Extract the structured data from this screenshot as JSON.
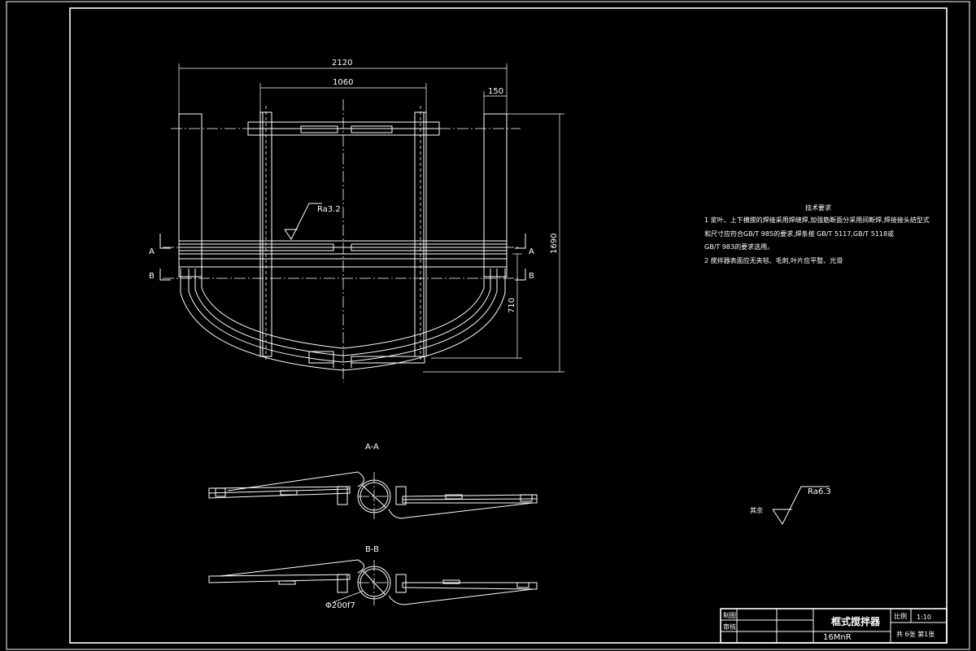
{
  "drawing": {
    "dimensions": {
      "overall_width": "2120",
      "inner_width": "1060",
      "blade_width": "150",
      "overall_height": "1690",
      "lower_height": "710"
    },
    "roughness_main": "Ra3.2",
    "roughness_other": "Ra6.3",
    "roughness_other_label": "其余",
    "section_a_marker": "A",
    "section_b_marker": "B",
    "section_aa_title": "A-A",
    "section_bb_title": "B-B",
    "bore_dim": "Φ200f7"
  },
  "notes": {
    "title": "技术要求",
    "lines": [
      "1 浆叶、上下横搅的焊接采用焊缝焊,加强筋断面分采用间断焊,焊接接头结型式",
      "   和尺寸应符合GB/T 985的要求,焊条按 GB/T 5117,GB/T 5118或",
      "   GB/T 983的要求选用。",
      "2 搅拌器表面应无夹毯、毛刺,叶片应平整、光滑"
    ]
  },
  "title_block": {
    "drawn_label": "制图",
    "check_label": "审核",
    "name": "框式搅拌器",
    "material": "16MnR",
    "scale_label": "比例",
    "scale": "1:10",
    "sheets": "共 6张 第1张"
  }
}
